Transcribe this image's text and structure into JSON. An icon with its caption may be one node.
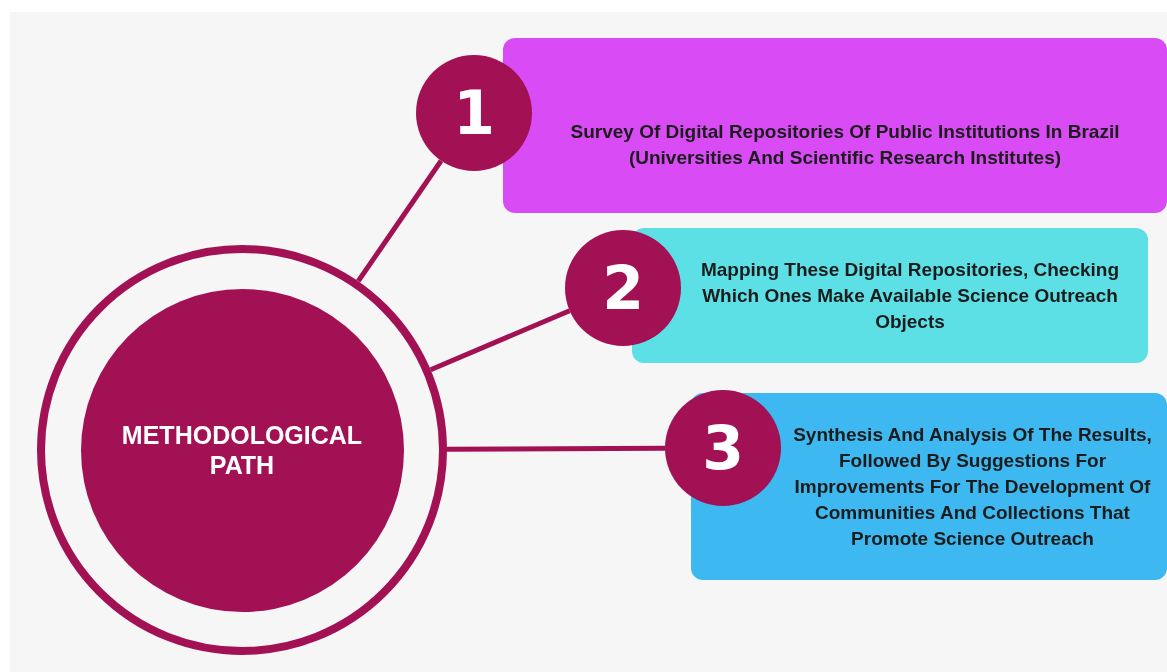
{
  "diagram": {
    "nodes": [
      {
        "text": [
          "METHODOLOGICAL PATH"
        ]
      },
      {
        "text": [
          "1"
        ]
      },
      {
        "text": [
          "Survey Of Digital Repositories Of Public Institutions In Brazil (Universities And Scientific Research Institutes)"
        ]
      },
      {
        "text": [
          "2"
        ]
      },
      {
        "text": [
          "Mapping These Digital Repositories, Checking Which Ones Make Available Science Outreach Objects"
        ]
      },
      {
        "text": [
          "3"
        ]
      },
      {
        "text": [
          "Synthesis And Analysis Of The Results, Followed By Suggestions For Improvements For The Development Of Communities And Collections That Promote Science Outreach"
        ]
      }
    ],
    "edges": [
      {
        "from": 0,
        "to": 1,
        "arrow": "none"
      },
      {
        "from": 0,
        "to": 3,
        "arrow": "none"
      },
      {
        "from": 0,
        "to": 5,
        "arrow": "none"
      }
    ]
  }
}
